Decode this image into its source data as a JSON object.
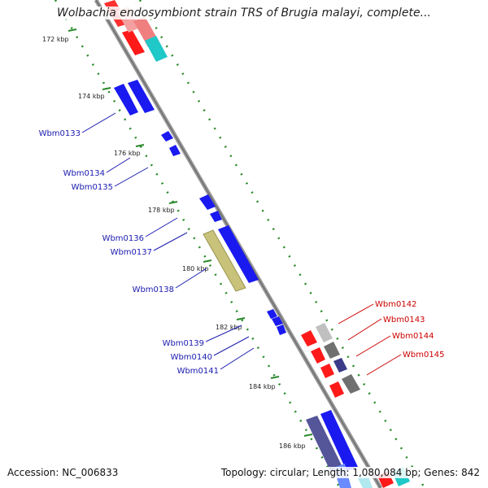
{
  "title": "Wolbachia endosymbiont strain TRS of Brugia malayi, complete...",
  "footer": {
    "accession": "Accession: NC_006833",
    "summary": "Topology: circular; Length: 1,080,084 bp; Genes: 842"
  },
  "ticks": [
    "172 kbp",
    "174 kbp",
    "176 kbp",
    "178 kbp",
    "180 kbp",
    "182 kbp",
    "184 kbp",
    "186 kbp"
  ],
  "genes_reverse": [
    "Wbm0133",
    "Wbm0134",
    "Wbm0135",
    "Wbm0136",
    "Wbm0137",
    "Wbm0138",
    "Wbm0139",
    "Wbm0140",
    "Wbm0141"
  ],
  "genes_forward": [
    "Wbm0142",
    "Wbm0143",
    "Wbm0144",
    "Wbm0145"
  ],
  "colors": {
    "reverse_label": "#1a1ab0",
    "forward_label": "#cc0000",
    "backbone": "#888888",
    "tick_dots": "#2a8a2a",
    "blue_gene": "#1010e0",
    "red_gene": "#ee1010",
    "olive_gene": "#bdb76b",
    "cyan_gene": "#20c8c8",
    "gray_gene": "#888888",
    "slate_gene": "#5555a0",
    "pink_gene": "#f08080"
  }
}
